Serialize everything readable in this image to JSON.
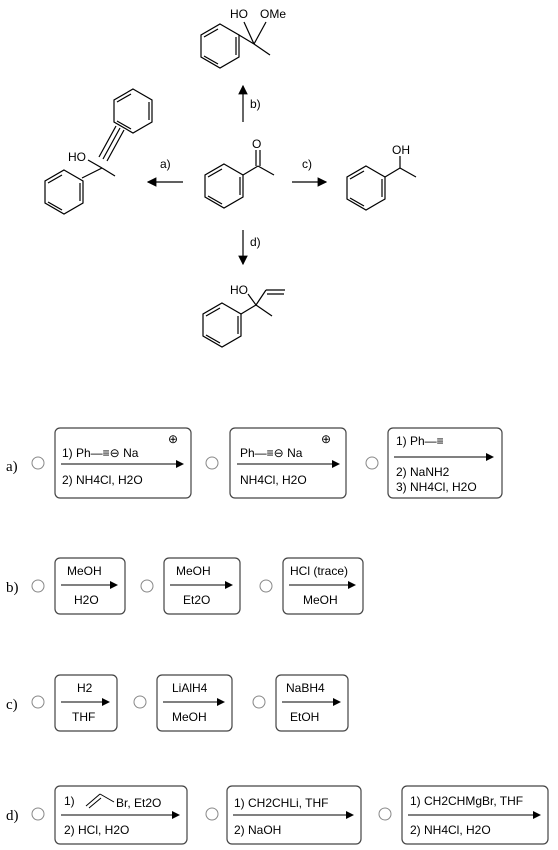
{
  "scheme": {
    "arrow_labels": {
      "a": "a)",
      "b": "b)",
      "c": "c)",
      "d": "d)"
    },
    "atoms": {
      "ketone_o": "O",
      "top_ho": "HO",
      "top_ome": "OMe",
      "alkyne_ho": "HO",
      "alcohol_oh": "OH",
      "allyl_ho": "HO"
    }
  },
  "questions": [
    {
      "label": "a)",
      "options": [
        {
          "line1": "1) Ph—≡⊖ Na",
          "line2": "2) NH4Cl, H2O",
          "charge": "⊕"
        },
        {
          "line1": "Ph—≡⊖ Na",
          "line2": "NH4Cl, H2O",
          "charge": "⊕"
        },
        {
          "line1": "1) Ph—≡",
          "line2": "2) NaNH2",
          "line3": "3) NH4Cl, H2O"
        }
      ]
    },
    {
      "label": "b)",
      "options": [
        {
          "top": "MeOH",
          "bottom": "H2O"
        },
        {
          "top": "MeOH",
          "bottom": "Et2O"
        },
        {
          "top": "HCl (trace)",
          "bottom": "MeOH"
        }
      ]
    },
    {
      "label": "c)",
      "options": [
        {
          "top": "H2",
          "bottom": "THF"
        },
        {
          "top": "LiAlH4",
          "bottom": "MeOH"
        },
        {
          "top": "NaBH4",
          "bottom": "EtOH"
        }
      ]
    },
    {
      "label": "d)",
      "options": [
        {
          "line1": "1)",
          "line1b": "Br, Et2O",
          "line2": "2) HCl, H2O"
        },
        {
          "line1": "1) CH2CHLi, THF",
          "line2": "2) NaOH"
        },
        {
          "line1": "1) CH2CHMgBr, THF",
          "line2": "2) NH4Cl, H2O"
        }
      ]
    }
  ]
}
